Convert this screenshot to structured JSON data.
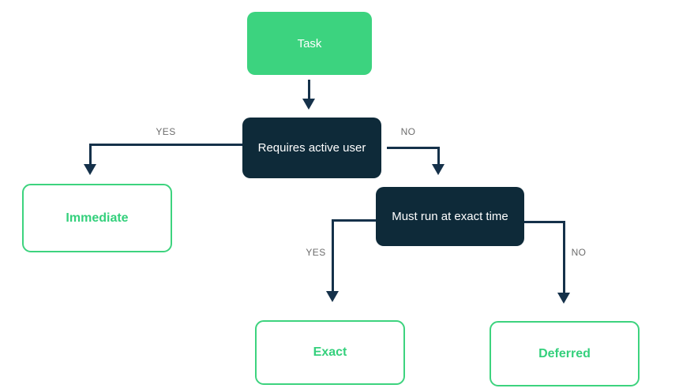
{
  "nodes": {
    "task": {
      "label": "Task",
      "type": "start"
    },
    "requires_active_user": {
      "label": "Requires active user",
      "type": "decision"
    },
    "immediate": {
      "label": "Immediate",
      "type": "outcome"
    },
    "must_run_at_exact_time": {
      "label": "Must run at exact time",
      "type": "decision"
    },
    "exact": {
      "label": "Exact",
      "type": "outcome"
    },
    "deferred": {
      "label": "Deferred",
      "type": "outcome"
    }
  },
  "edges": {
    "requires_yes": {
      "label": "YES"
    },
    "requires_no": {
      "label": "NO"
    },
    "must_yes": {
      "label": "YES"
    },
    "must_no": {
      "label": "NO"
    }
  },
  "colors": {
    "node_green": "#3CD37F",
    "node_navy": "#0E2A39",
    "outcome_border_green": "#3DD37E",
    "outcome_text_green": "#34D07C",
    "line_navy": "#15314A",
    "edge_label_gray": "#6D6D6D",
    "background": "#FFFFFF"
  }
}
